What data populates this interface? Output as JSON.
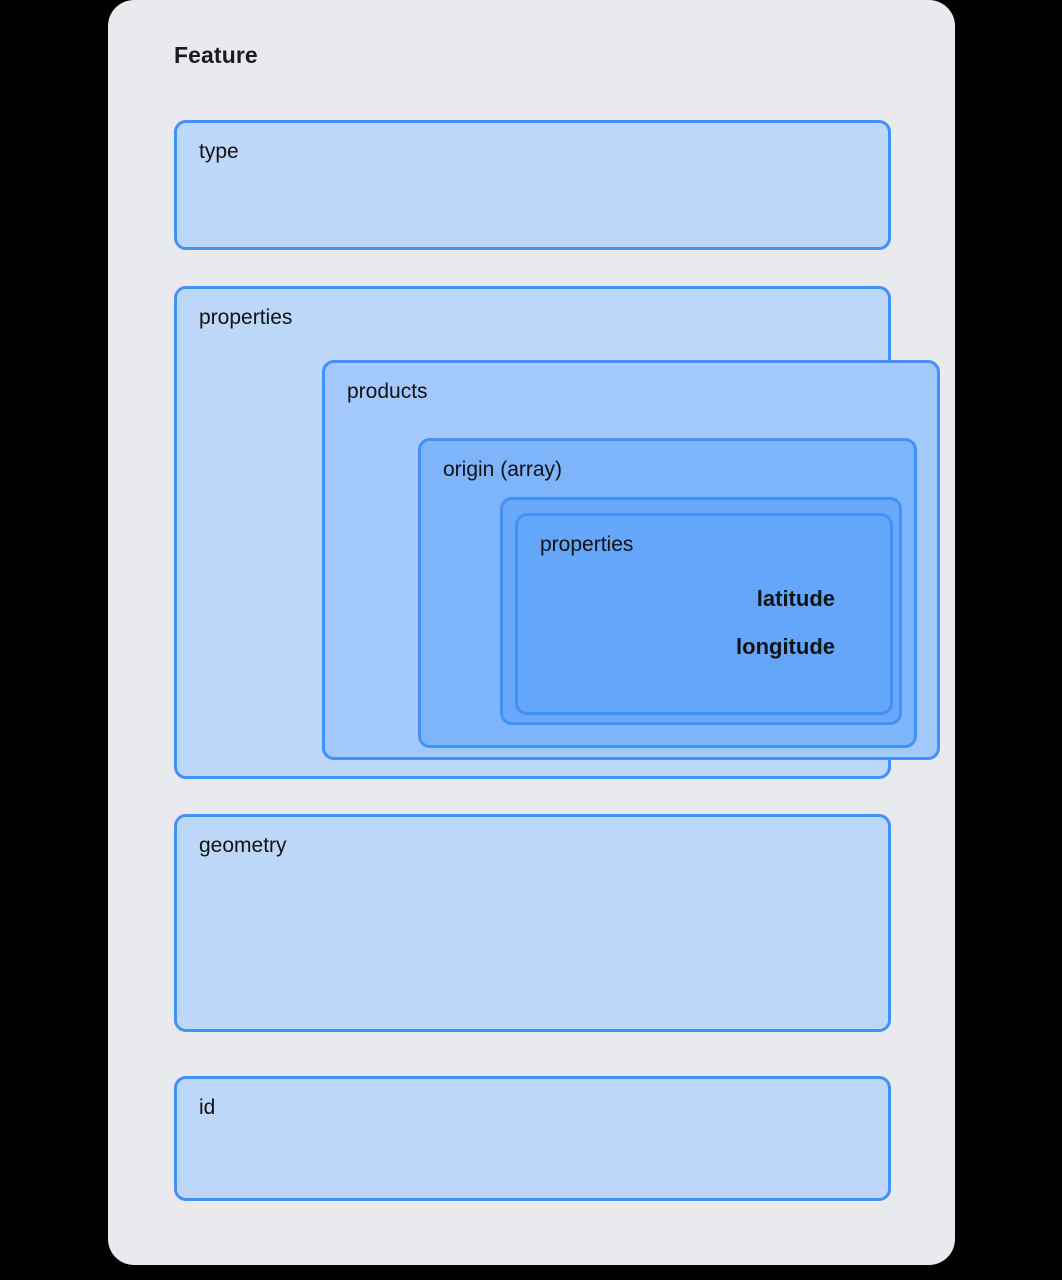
{
  "canvas": {
    "background_color": "#000000",
    "card_background_color": "#e9eaee"
  },
  "card": {
    "title": "Feature"
  },
  "theme": {
    "border_color": "#4391f5",
    "fill_level_0": "#bcd7f7",
    "fill_level_1": "#a3c8fb",
    "fill_level_2": "#7eb4fa",
    "fill_level_3": "#6aa8fa",
    "fill_level_4": "#64a6fa",
    "text_color": "#111215"
  },
  "fields": {
    "type": {
      "label": "type"
    },
    "properties": {
      "label": "properties"
    },
    "products": {
      "label": "products"
    },
    "origin": {
      "label": "origin (array)"
    },
    "inner_properties": {
      "label": "properties",
      "leaves": [
        {
          "label": "latitude"
        },
        {
          "label": "longitude"
        }
      ]
    },
    "geometry": {
      "label": "geometry"
    },
    "id": {
      "label": "id"
    }
  }
}
